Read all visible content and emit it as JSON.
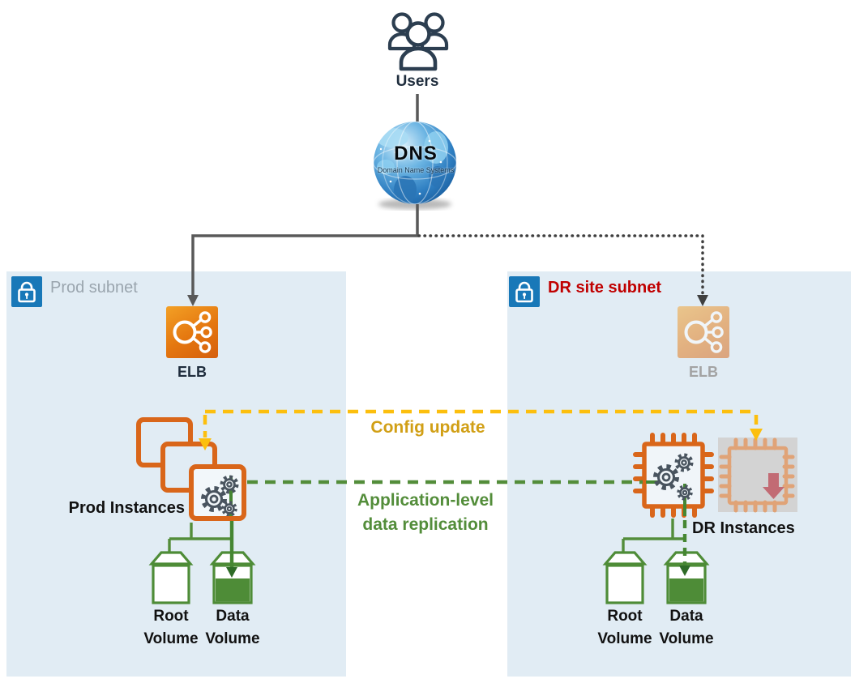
{
  "users": {
    "label": "Users"
  },
  "dns": {
    "title": "DNS",
    "subtitle": "Domain Name Systems"
  },
  "flows": {
    "config_update": "Config update",
    "replication_line1": "Application-level",
    "replication_line2": "data replication"
  },
  "prod": {
    "label": "Prod subnet",
    "elb_label": "ELB",
    "instances_label": "Prod Instances",
    "root_volume_label": "Root Volume",
    "data_volume_label": "Data Volume"
  },
  "dr": {
    "label": "DR site subnet",
    "elb_label": "ELB",
    "instances_label": "DR Instances",
    "root_volume_label": "Root Volume",
    "data_volume_label": "Data Volume"
  },
  "icons": {
    "users": "users-icon",
    "dns": "dns-globe-icon",
    "subnet_lock": "lock-icon",
    "elb": "elb-load-balancer-icon",
    "prod_instances": "instances-stack-gears-icon",
    "dr_chip_active": "chip-gears-icon",
    "dr_chip_standby": "chip-faded-download-icon",
    "root_volume": "root-volume-icon",
    "data_volume": "data-volume-icon"
  },
  "colors": {
    "subnet_bg": "#e1ecf4",
    "lock_blue": "#1878b8",
    "orange": "#d9661a",
    "orange_faded": "#e0a377",
    "yellow_line": "#fcbf0e",
    "yellow_text": "#d19f15",
    "green": "#538d3a",
    "volume_green": "#4e8c37",
    "red_label": "#c00000",
    "dusty_red": "#c26b74",
    "connector_gray": "#595959",
    "subnet_label_gray": "#9aa5ae"
  }
}
